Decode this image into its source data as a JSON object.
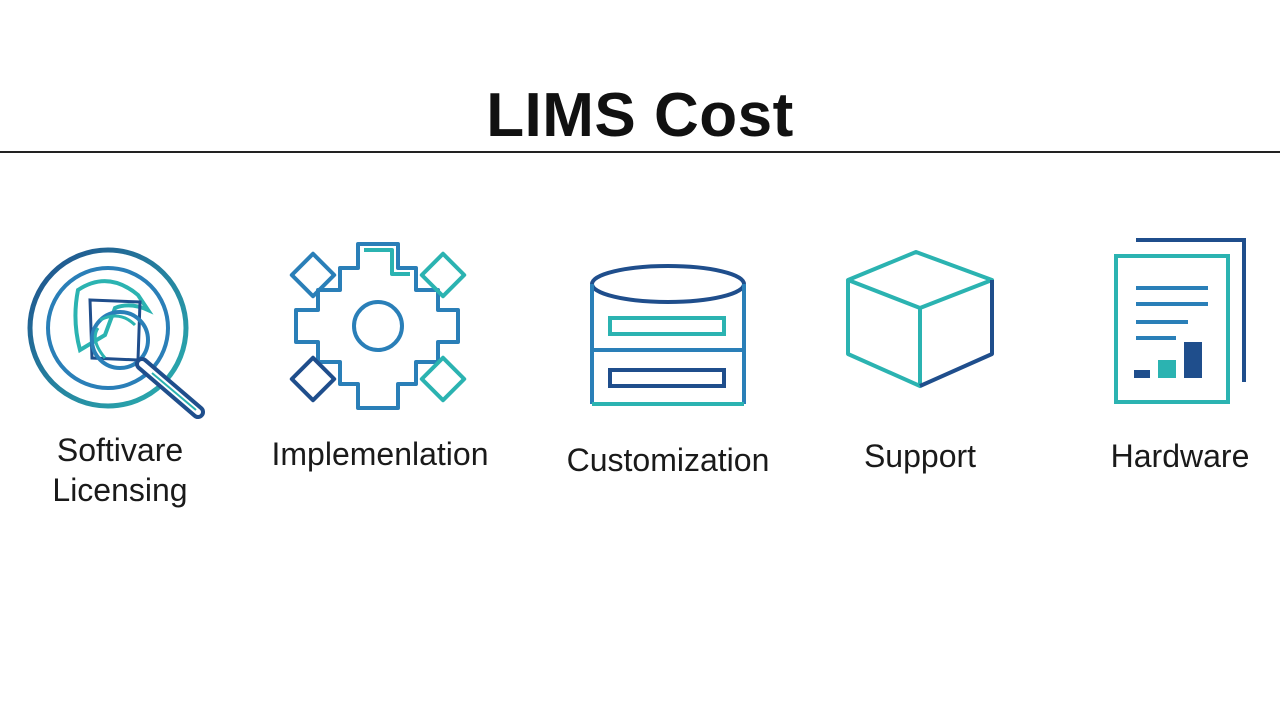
{
  "title": "LIMS Cost",
  "colors": {
    "navy": "#1f4e8c",
    "teal": "#2bb3b1",
    "blue": "#2a7fb8"
  },
  "items": [
    {
      "label": "Softivare\nLicensing",
      "icon": "license-magnifier-icon"
    },
    {
      "label": "Implemenlation",
      "icon": "gear-icon"
    },
    {
      "label": "Customization",
      "icon": "database-icon"
    },
    {
      "label": "Support",
      "icon": "box-icon"
    },
    {
      "label": "Hardware",
      "icon": "document-chart-icon"
    }
  ]
}
